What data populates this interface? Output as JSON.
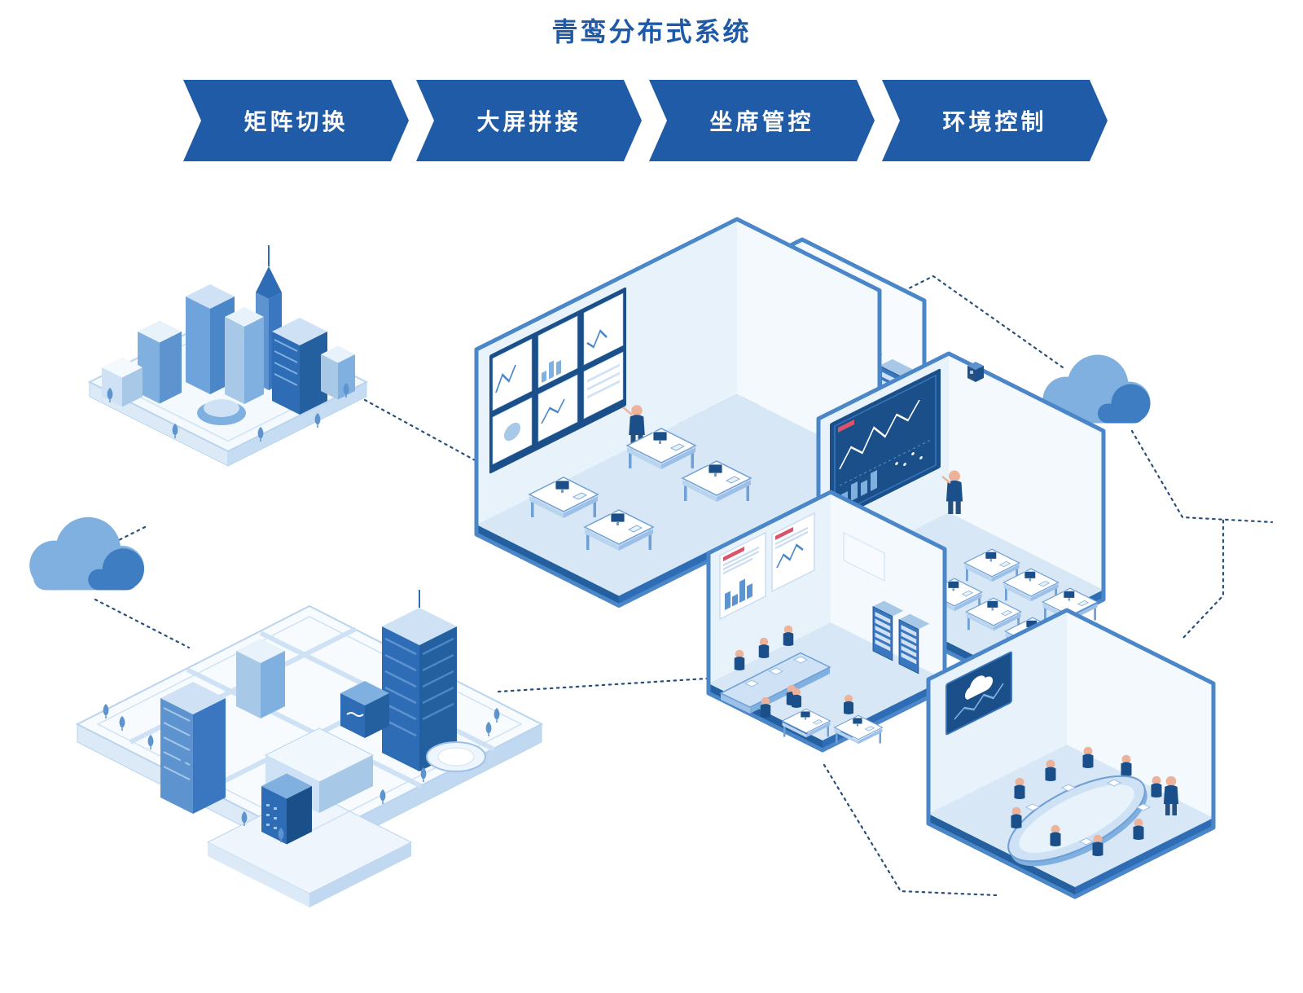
{
  "page": {
    "title": "青鸾分布式系统"
  },
  "banners": {
    "items": [
      {
        "label": "矩阵切换"
      },
      {
        "label": "大屏拼接"
      },
      {
        "label": "坐席管控"
      },
      {
        "label": "环境控制"
      }
    ]
  },
  "colors": {
    "accent": "#1e5aa8",
    "banner-bg": "#1f5ba6",
    "banner-text": "#ffffff",
    "ill-dark": "#2e6cb5",
    "ill-mid": "#6ea3dc",
    "ill-light": "#a8c8e8",
    "ill-pale": "#dce9f7",
    "ill-navy": "#1b4f8a",
    "ill-line": "#4a86c8",
    "ill-red": "#d9536a",
    "connector": "#2a4f79"
  },
  "illustration": {
    "description": "Isometric diagram: two smart-city blocks and two clouds linked by dotted lines to a server room, a video-wall control room, a big-screen operations room and two meeting rooms",
    "elements": [
      {
        "name": "city-block-top-left"
      },
      {
        "name": "cloud-left"
      },
      {
        "name": "city-block-bottom-left"
      },
      {
        "name": "server-room"
      },
      {
        "name": "video-wall-control-room"
      },
      {
        "name": "big-screen-control-room"
      },
      {
        "name": "meeting-room-with-posters"
      },
      {
        "name": "conference-room-oval-table"
      },
      {
        "name": "cloud-right"
      }
    ]
  }
}
